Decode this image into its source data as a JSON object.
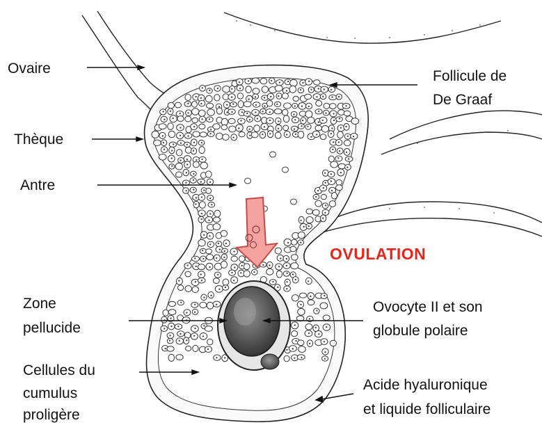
{
  "title": "OVULATION",
  "labels": {
    "ovaire": "Ovaire",
    "theque": "Thèque",
    "antre": "Antre",
    "zone_line1": "Zone",
    "zone_line2": "pellucide",
    "cellules_line1": "Cellules du",
    "cellules_line2": "cumulus",
    "cellules_line3": "proligère",
    "follicule_line1": "Follicule de",
    "follicule_line2": "De Graaf",
    "ovocyte_line1": "Ovocyte II et son",
    "ovocyte_line2": "globule polaire",
    "acide_line1": "Acide hyaluronique",
    "acide_line2": "et liquide  folliculaire"
  },
  "colors": {
    "title": "#e8251a",
    "arrow_fill": "#f4a3a0",
    "arrow_stroke": "#c84a46",
    "ink": "#222222"
  }
}
